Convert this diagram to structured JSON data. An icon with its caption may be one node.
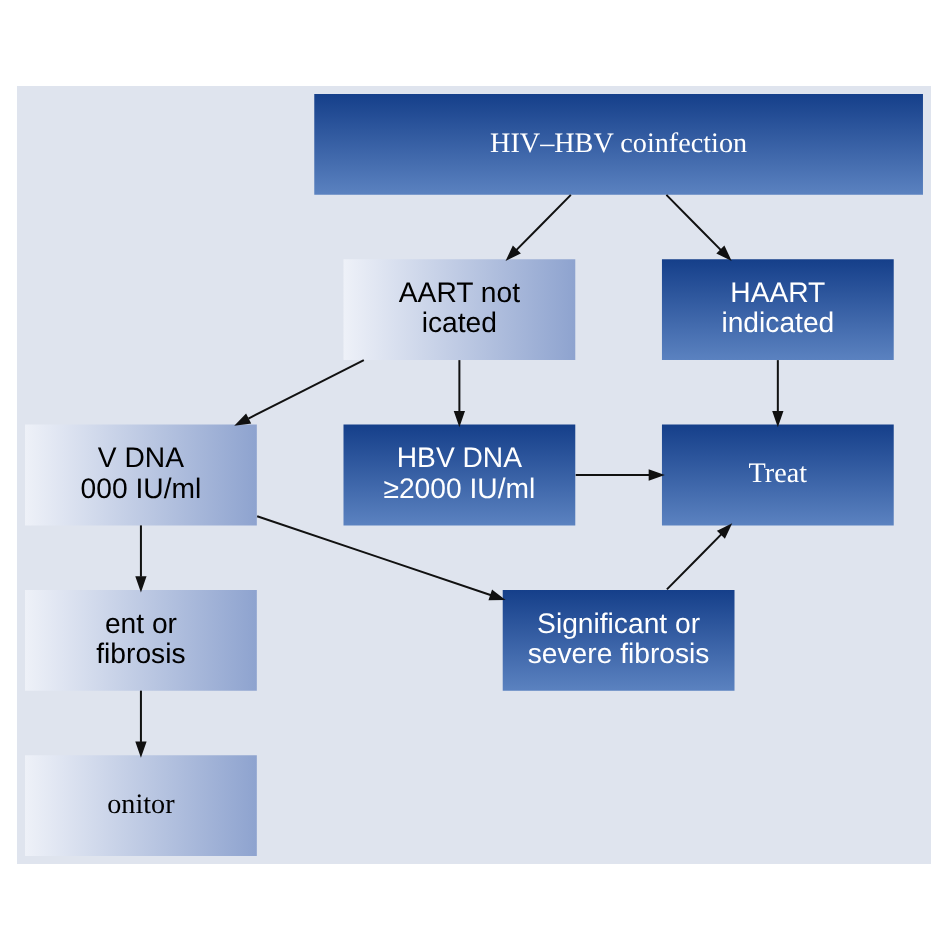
{
  "diagram": {
    "nodes": [
      {
        "text": [
          "HIV–HBV coinfection"
        ]
      },
      {
        "text": [
          "AART not icated"
        ]
      },
      {
        "text": [
          "HAART indicated"
        ]
      },
      {
        "text": [
          "V DNA 000 IU/ml"
        ]
      },
      {
        "text": [
          "HBV DNA ≥2000 IU/ml"
        ]
      },
      {
        "text": [
          "Treat"
        ]
      },
      {
        "text": [
          "ent or fibrosis"
        ]
      },
      {
        "text": [
          "Significant or severe fibrosis"
        ]
      },
      {
        "text": [
          "onitor"
        ]
      }
    ],
    "edges": [
      {
        "from": 0,
        "to": 1,
        "arrow": "to"
      },
      {
        "from": 0,
        "to": 2,
        "arrow": "to"
      },
      {
        "from": 1,
        "to": 3,
        "arrow": "to"
      },
      {
        "from": 1,
        "to": 4,
        "arrow": "to"
      },
      {
        "from": 2,
        "to": 5,
        "arrow": "to"
      },
      {
        "from": 3,
        "to": 6,
        "arrow": "to"
      },
      {
        "from": 3,
        "to": 7,
        "arrow": "to"
      },
      {
        "from": 4,
        "to": 5,
        "arrow": "to"
      },
      {
        "from": 7,
        "to": 5,
        "arrow": "to"
      },
      {
        "from": 6,
        "to": 8,
        "arrow": "to"
      }
    ]
  }
}
